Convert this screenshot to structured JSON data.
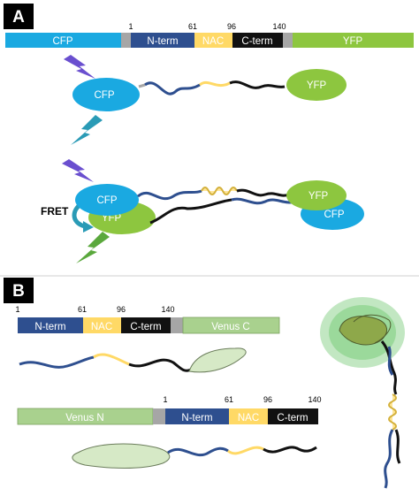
{
  "panel_a": {
    "badge": "A",
    "construct": {
      "segments": {
        "cfp": "CFP",
        "nterm": "N-term",
        "nac": "NAC",
        "cterm": "C-term",
        "yfp": "YFP"
      },
      "positions": {
        "p1": "1",
        "p61": "61",
        "p96": "96",
        "p140": "140"
      }
    },
    "open_state": {
      "cfp": "CFP",
      "yfp": "YFP"
    },
    "fret_state": {
      "fret_label": "FRET",
      "cfp_left": "CFP",
      "yfp_left": "YFP",
      "yfp_right": "YFP",
      "cfp_right": "CFP"
    }
  },
  "panel_b": {
    "badge": "B",
    "construct_c": {
      "positions": {
        "p1": "1",
        "p61": "61",
        "p96": "96",
        "p140": "140"
      },
      "segments": {
        "nterm": "N-term",
        "nac": "NAC",
        "cterm": "C-term",
        "venus_c": "Venus C"
      }
    },
    "construct_n": {
      "positions": {
        "p1": "1",
        "p61": "61",
        "p96": "96",
        "p140": "140"
      },
      "segments": {
        "venus_n": "Venus N",
        "nterm": "N-term",
        "nac": "NAC",
        "cterm": "C-term"
      }
    }
  },
  "colors": {
    "cfp": "#1aa9e1",
    "nterm": "#2e4f8f",
    "nac": "#ffd966",
    "cterm": "#111111",
    "linker": "#a6a6a6",
    "yfp": "#8dc63f",
    "venus": "#a9d18e",
    "lightning_purple": "#6a4fcf",
    "lightning_teal": "#2a9bb6",
    "lightning_green": "#5aa83c"
  }
}
